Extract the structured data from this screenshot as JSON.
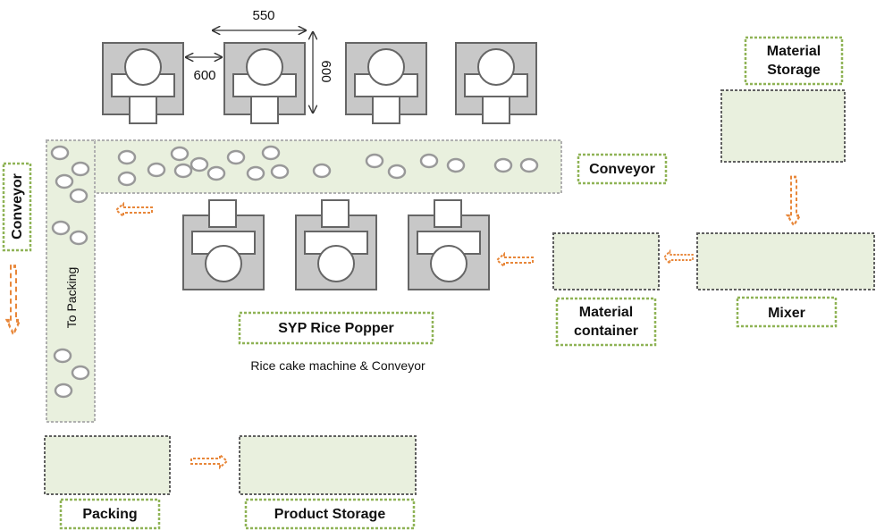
{
  "dimensions": {
    "width": "550",
    "gap": "600",
    "depth": "600"
  },
  "labels": {
    "conveyor_top": "Conveyor",
    "conveyor_left": "Conveyor",
    "to_packing": "To Packing",
    "popper": "SYP Rice Popper",
    "subtitle": "Rice cake machine & Conveyor",
    "material_container": [
      "Material",
      "container"
    ],
    "mixer": "Mixer",
    "material_storage": [
      "Material",
      "Storage"
    ],
    "packing": "Packing",
    "product_storage": "Product Storage"
  },
  "colors": {
    "machine_fill": "#c8c8c8",
    "machine_stroke": "#666666",
    "box_fill": "#e9f0de",
    "label_border": "#8fb356",
    "arrow": "#e8873a",
    "dotted_gray": "#b0b0b0",
    "dotted_dark": "#606060"
  }
}
